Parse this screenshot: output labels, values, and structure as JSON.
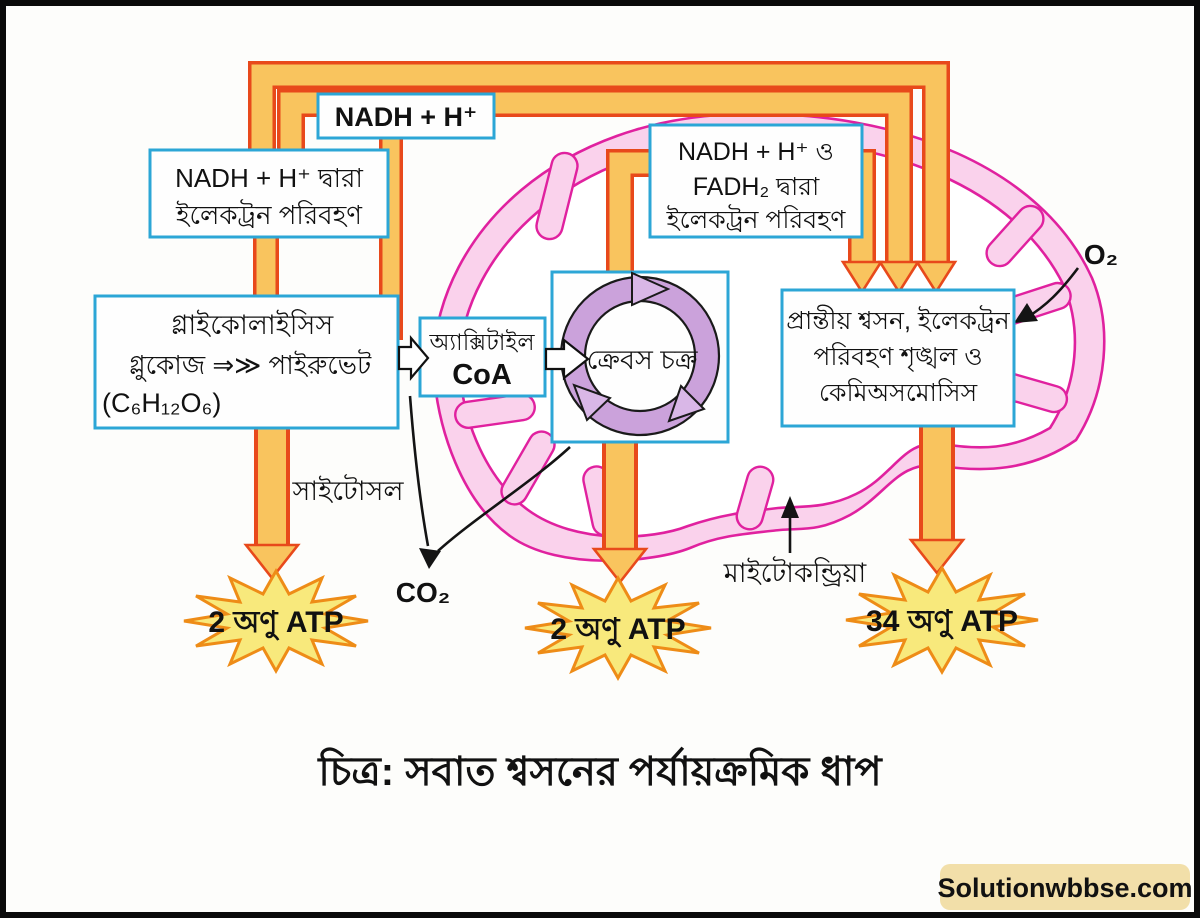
{
  "boxes": {
    "nadh": {
      "text": "NADH + H⁺"
    },
    "nadh_transport": {
      "line1": "NADH + H⁺ দ্বারা",
      "line2": "ইলেকট্রন পরিবহণ"
    },
    "nadh_fadh2": {
      "line1": "NADH + H⁺ ও",
      "line2": "FADH₂ দ্বারা",
      "line3": "ইলেকট্রন পরিবহণ"
    },
    "glycolysis": {
      "line1": "গ্লাইকোলাইসিস",
      "line2": "গ্লুকোজ ⇒≫ পাইরুভেট",
      "line3": "(C₆H₁₂O₆)"
    },
    "acetyl_coa": {
      "line1": "অ্যাক্সিটাইল",
      "line2": "CoA"
    },
    "krebs": {
      "text": "ক্রেবস চক্র"
    },
    "terminal": {
      "line1": "প্রান্তীয় শ্বসন, ইলেকট্রন",
      "line2": "পরিবহণ শৃঙ্খল ও",
      "line3": "কেমিঅসমোসিস"
    }
  },
  "labels": {
    "cytosol": "সাইটোসল",
    "co2": "CO₂",
    "o2": "O₂",
    "mitochondria": "মাইটোকন্ড্রিয়া"
  },
  "atp_bursts": {
    "glycolysis": "2 অণু ATP",
    "krebs": "2 অণু ATP",
    "terminal": "34 অণু ATP"
  },
  "caption": "চিত্র: সবাত শ্বসনের পর্যায়ক্রমিক ধাপ",
  "watermark": "Solutionwbbse.com",
  "colors": {
    "pipe_fill": "#F9C45E",
    "pipe_outline": "#E8491B",
    "box_border": "#2CA6D6",
    "membrane_outline": "#E0219F",
    "membrane_fill": "#FAD2EC",
    "krebs_ring": "#CBA2DB",
    "burst_fill": "#F8E97C",
    "burst_outline": "#EE8C17",
    "watermark_bg": "#F2DFA9",
    "watermark_text": "#9B968B"
  }
}
